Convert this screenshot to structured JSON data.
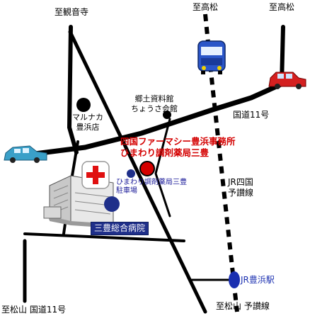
{
  "directions": {
    "kannonji": "至観音寺",
    "takamatsu_rail": "至高松",
    "takamatsu_road": "至高松",
    "matsuyama_road": "至松山 国道11号",
    "matsuyama_rail": "至松山 予讃線"
  },
  "roads": {
    "national_route": "国道11号"
  },
  "railway": {
    "line_name_1": "JR四国",
    "line_name_2": "予讃線",
    "station_name": "JR豊浜駅"
  },
  "landmarks": {
    "museum_line1": "郷土資料館",
    "museum_line2": "ちょうさ会館",
    "marunaka_line1": "マルナカ",
    "marunaka_line2": "豊浜店",
    "pharmacy_line1": "四国ファーマシー豊浜事務所",
    "pharmacy_line2": "ひまわり調剤薬局三豊",
    "parking_line1": "ひまわり調剤薬局三豊",
    "parking_line2": "駐車場",
    "hospital": "三豊総合病院"
  },
  "colors": {
    "road": "#000000",
    "target_marker": "#d40000",
    "poi_marker": "#1f2f8a",
    "station_marker": "#1a2fb0",
    "bus": "#2a55c8",
    "car_red": "#d42020",
    "car_blue": "#3aa0c8"
  },
  "icons": [
    "bus-icon",
    "car-icon",
    "hospital-building-icon",
    "red-cross-icon",
    "location-marker-icon"
  ]
}
